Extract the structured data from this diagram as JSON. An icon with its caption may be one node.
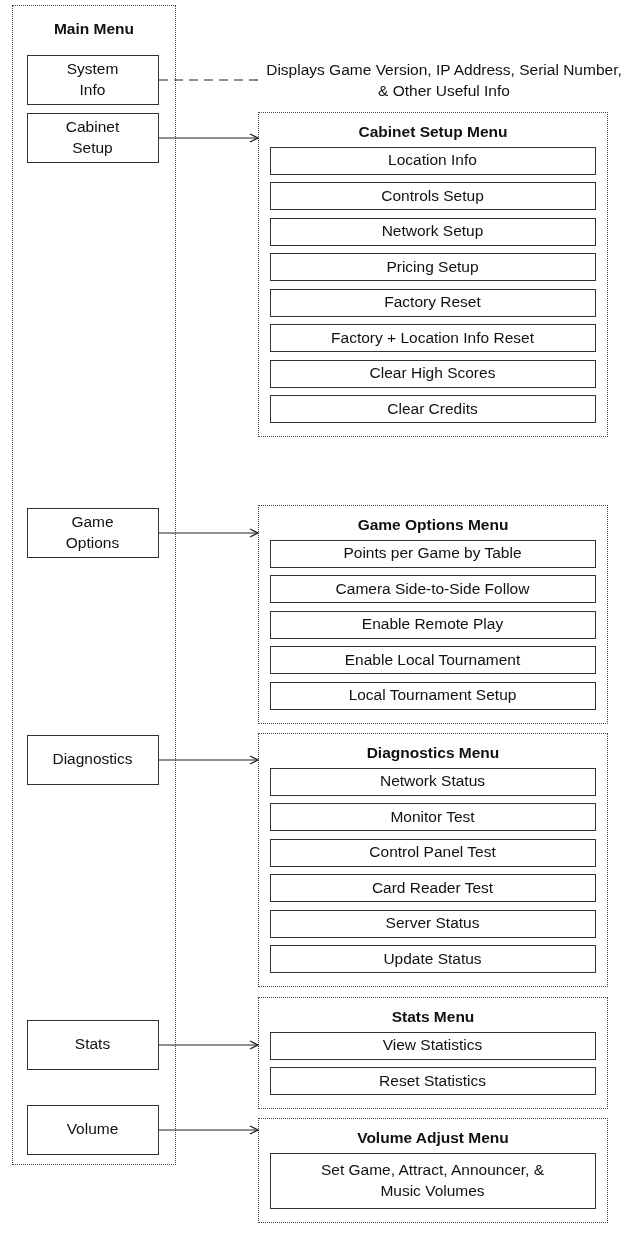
{
  "diagram": {
    "nodes": [
      {
        "text": [
          "Main Menu"
        ]
      },
      {
        "text": [
          "System Info"
        ],
        "in": 0
      },
      {
        "text": [
          "Cabinet Setup"
        ],
        "in": 0
      },
      {
        "text": [
          "Game Options"
        ],
        "in": 0
      },
      {
        "text": [
          "Diagnostics"
        ],
        "in": 0
      },
      {
        "text": [
          "Stats"
        ],
        "in": 0
      },
      {
        "text": [
          "Volume"
        ],
        "in": 0
      },
      {
        "text": [
          "Displays Game Version, IP Address, Serial Number, & Other Useful Info"
        ]
      },
      {
        "text": [
          "Cabinet Setup Menu"
        ]
      },
      {
        "text": [
          "Location Info"
        ],
        "in": 8
      },
      {
        "text": [
          "Controls Setup"
        ],
        "in": 8
      },
      {
        "text": [
          "Network Setup"
        ],
        "in": 8
      },
      {
        "text": [
          "Pricing Setup"
        ],
        "in": 8
      },
      {
        "text": [
          "Factory Reset"
        ],
        "in": 8
      },
      {
        "text": [
          "Factory + Location Info Reset"
        ],
        "in": 8
      },
      {
        "text": [
          "Clear High Scores"
        ],
        "in": 8
      },
      {
        "text": [
          "Clear Credits"
        ],
        "in": 8
      },
      {
        "text": [
          "Game Options Menu"
        ]
      },
      {
        "text": [
          "Points per Game by Table"
        ],
        "in": 17
      },
      {
        "text": [
          "Camera Side-to-Side Follow"
        ],
        "in": 17
      },
      {
        "text": [
          "Enable Remote Play"
        ],
        "in": 17
      },
      {
        "text": [
          "Enable Local Tournament"
        ],
        "in": 17
      },
      {
        "text": [
          "Local Tournament Setup"
        ],
        "in": 17
      },
      {
        "text": [
          "Diagnostics Menu"
        ]
      },
      {
        "text": [
          "Network Status"
        ],
        "in": 23
      },
      {
        "text": [
          "Monitor Test"
        ],
        "in": 23
      },
      {
        "text": [
          "Control Panel Test"
        ],
        "in": 23
      },
      {
        "text": [
          "Card Reader Test"
        ],
        "in": 23
      },
      {
        "text": [
          "Server Status"
        ],
        "in": 23
      },
      {
        "text": [
          "Update Status"
        ],
        "in": 23
      },
      {
        "text": [
          "Stats Menu"
        ]
      },
      {
        "text": [
          "View Statistics"
        ],
        "in": 30
      },
      {
        "text": [
          "Reset Statistics"
        ],
        "in": 30
      },
      {
        "text": [
          "Volume Adjust Menu"
        ]
      },
      {
        "text": [
          "Set Game, Attract, Announcer, & Music Volumes"
        ],
        "in": 33
      }
    ],
    "edges": [
      {
        "from": 1,
        "to": 7,
        "arrow": "none",
        "style": "dashed"
      },
      {
        "from": 2,
        "to": 8,
        "arrow": "to"
      },
      {
        "from": 3,
        "to": 17,
        "arrow": "to"
      },
      {
        "from": 4,
        "to": 23,
        "arrow": "to"
      },
      {
        "from": 5,
        "to": 30,
        "arrow": "to"
      },
      {
        "from": 6,
        "to": 33,
        "arrow": "to"
      }
    ]
  }
}
